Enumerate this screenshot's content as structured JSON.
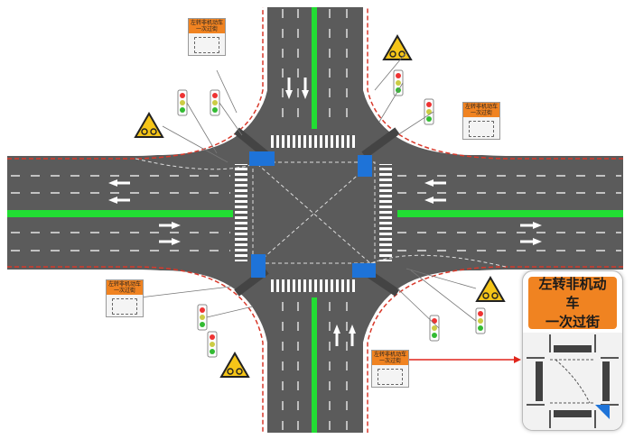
{
  "callout": {
    "title_line1": "左转非机动车",
    "title_line2": "一次过街"
  },
  "signs": {
    "small_title": "左转非机动车一次过街",
    "count": 4
  },
  "colors": {
    "road": "#5b5b5b",
    "median": "#22dd33",
    "curb_red": "#d8392b",
    "crossing_blue": "#1e73d8",
    "sign_orange": "#f08321",
    "warning_yellow": "#f5c518",
    "arrow": "#e0251b"
  },
  "icons": [
    "bicycle-warning-sign",
    "traffic-light",
    "crosswalk",
    "lane-arrow"
  ]
}
